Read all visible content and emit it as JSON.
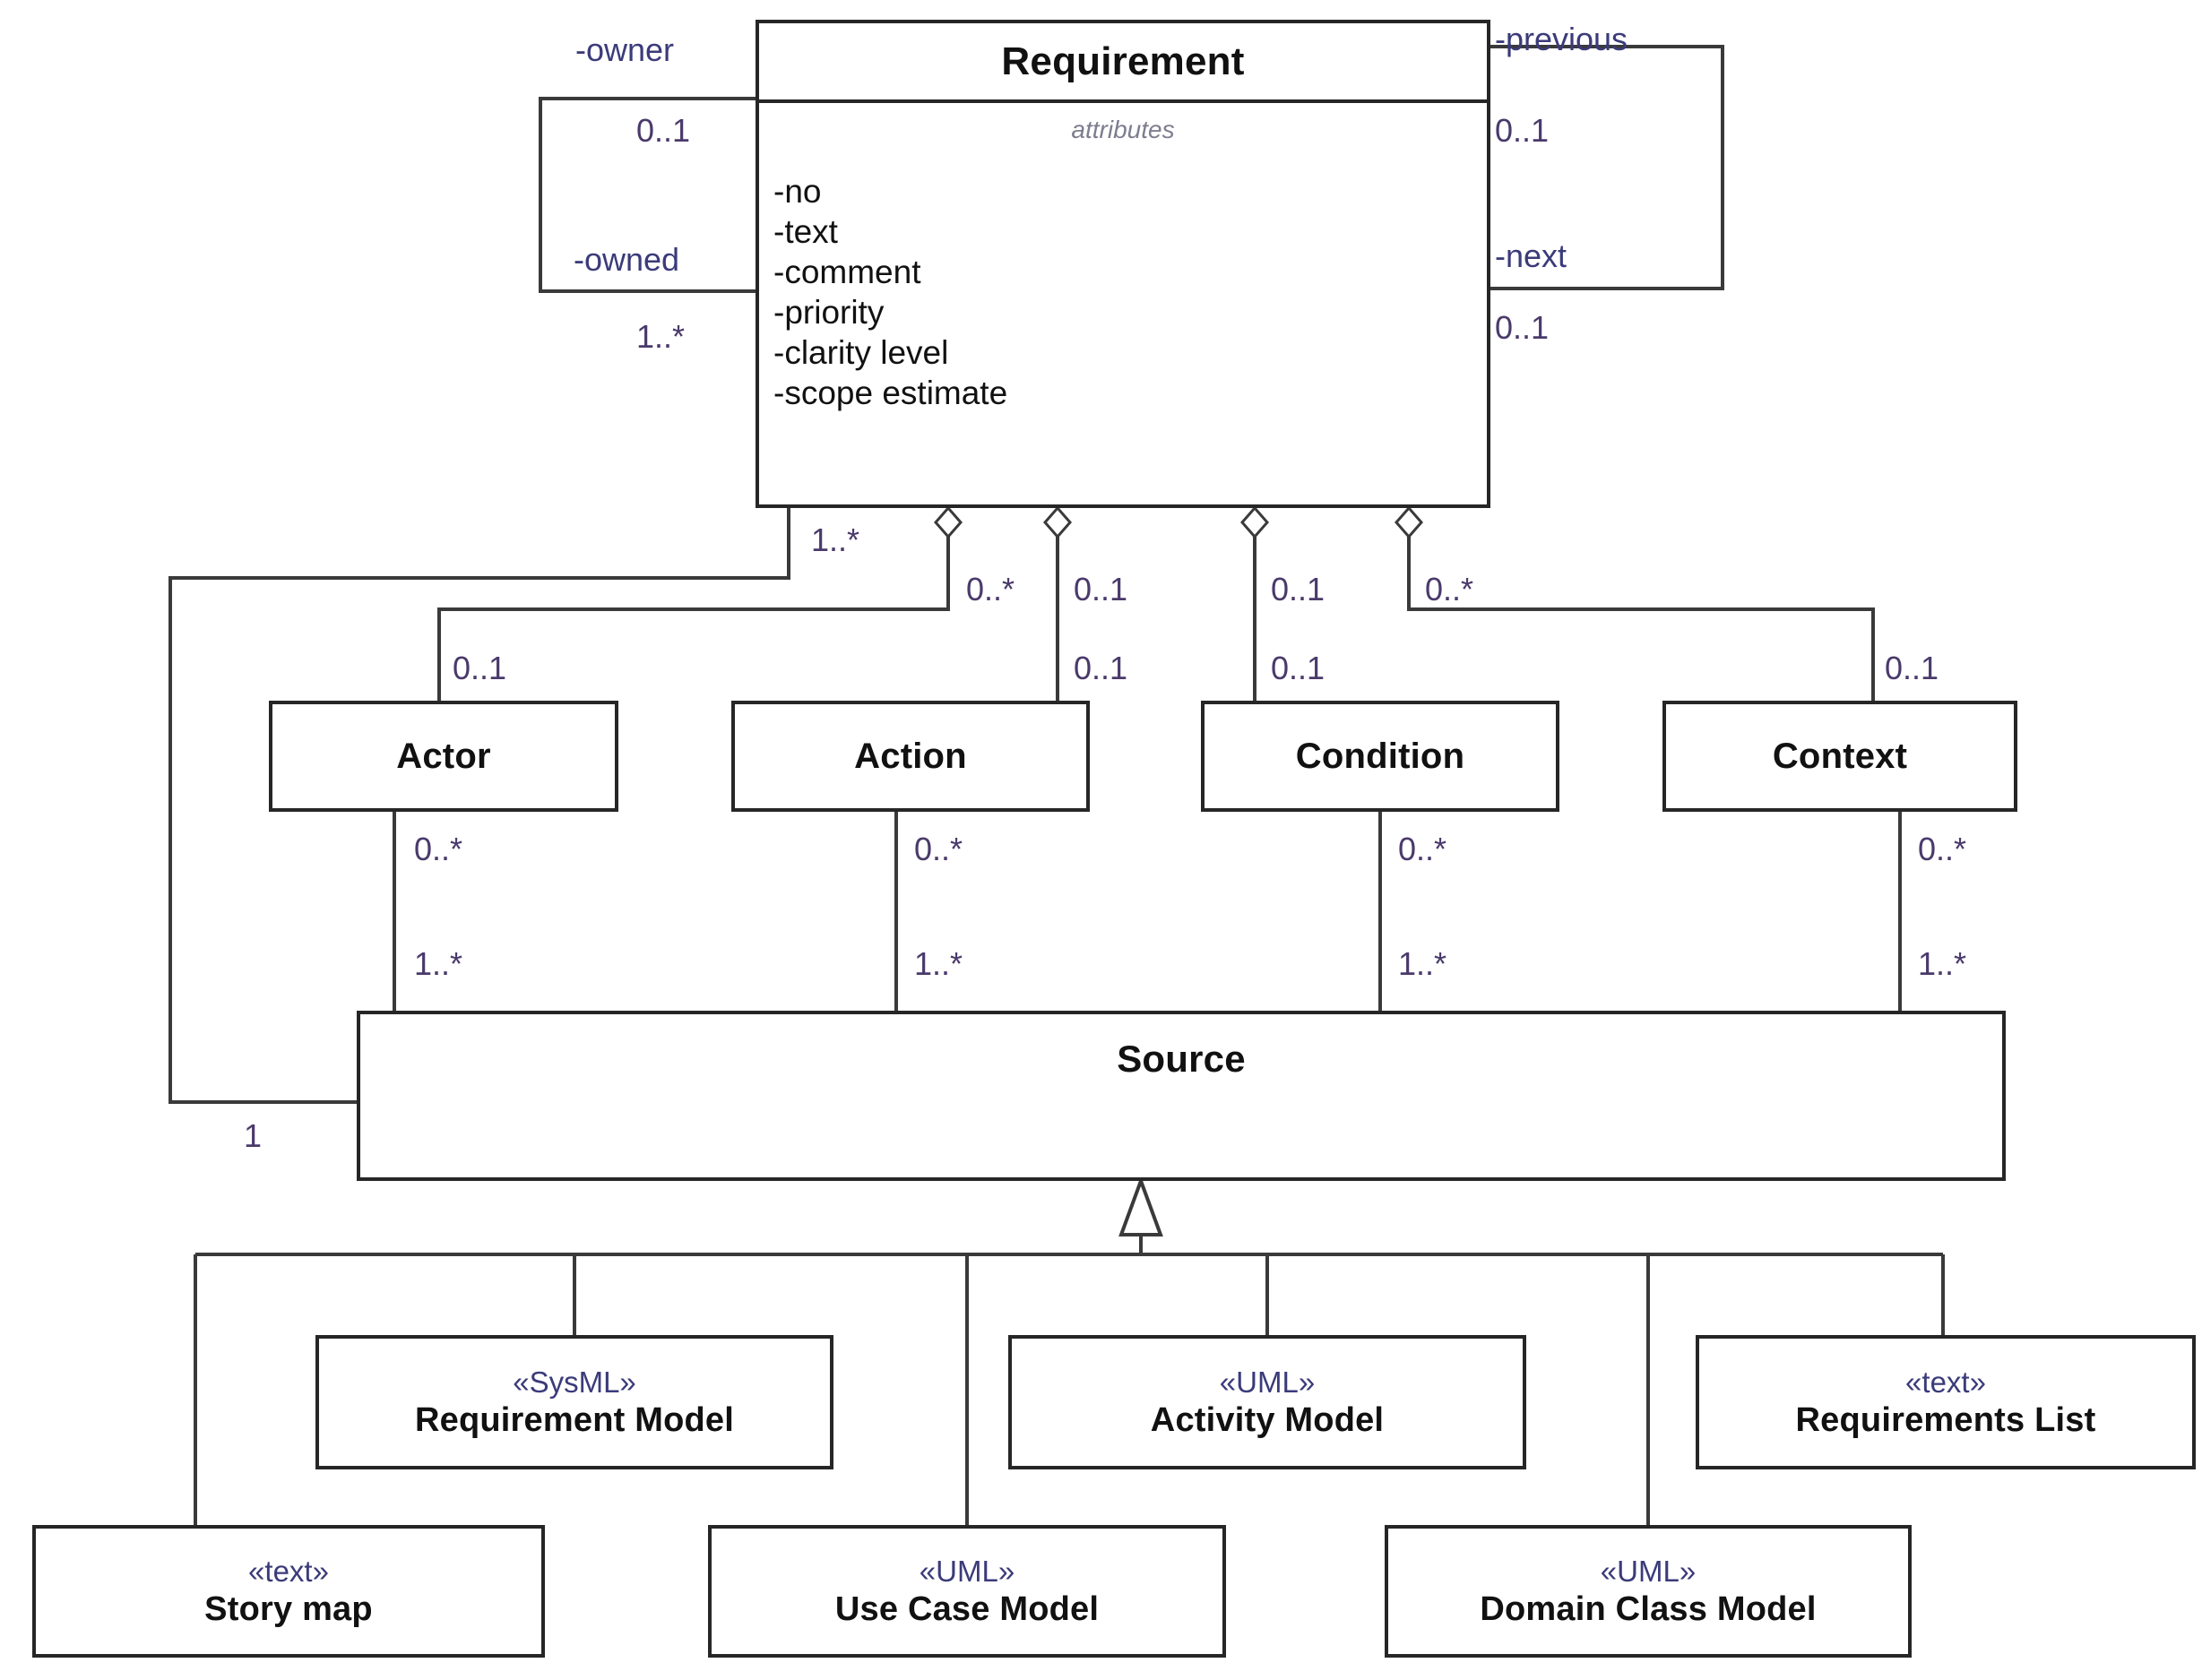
{
  "diagram": {
    "type": "uml-class-diagram",
    "title": "Requirement meta-model",
    "colors": {
      "box_border": "#262626",
      "box_fill": "#ffffff",
      "text": "#111111",
      "label_text": "#3b3b7a",
      "stereotype_text": "#3b3b7a",
      "attributes_caption": "#7d7d8f",
      "line": "#3a3a3a"
    }
  },
  "classes": {
    "requirement": {
      "name": "Requirement",
      "attributes_caption": "attributes",
      "attributes": [
        "-no",
        "-text",
        "-comment",
        "-priority",
        "-clarity level",
        "-scope estimate"
      ]
    },
    "actor": {
      "name": "Actor"
    },
    "action": {
      "name": "Action"
    },
    "condition": {
      "name": "Condition"
    },
    "context": {
      "name": "Context"
    },
    "source": {
      "name": "Source"
    },
    "requirement_model": {
      "stereotype": "«SysML»",
      "name": "Requirement Model"
    },
    "activity_model": {
      "stereotype": "«UML»",
      "name": "Activity Model"
    },
    "requirements_list": {
      "stereotype": "«text»",
      "name": "Requirements List"
    },
    "story_map": {
      "stereotype": "«text»",
      "name": "Story map"
    },
    "use_case_model": {
      "stereotype": "«UML»",
      "name": "Use Case Model"
    },
    "domain_class_model": {
      "stereotype": "«UML»",
      "name": "Domain Class Model"
    }
  },
  "labels": {
    "owner_role": "-owner",
    "owner_mult": "0..1",
    "owned_role": "-owned",
    "owned_mult": "1..*",
    "previous_role": "-previous",
    "previous_mult": "0..1",
    "next_role": "-next",
    "next_mult": "0..1",
    "req_source_mult": "1..*",
    "actor_agg_mult": "0..*",
    "action_agg_mult": "0..1",
    "condition_agg_mult": "0..1",
    "context_agg_mult": "0..*",
    "actor_end_mult": "0..1",
    "action_end_mult": "0..1",
    "condition_end_mult": "0..1",
    "context_end_mult": "0..1",
    "actor_src_top": "0..*",
    "actor_src_bottom": "1..*",
    "action_src_top": "0..*",
    "action_src_bottom": "1..*",
    "condition_src_top": "0..*",
    "condition_src_bottom": "1..*",
    "context_src_top": "0..*",
    "context_src_bottom": "1..*",
    "source_req_mult": "1"
  },
  "relationships": [
    {
      "from": "Requirement",
      "to": "Requirement",
      "kind": "association",
      "roles": [
        "-owner",
        "-owned"
      ],
      "multiplicities": [
        "0..1",
        "1..*"
      ]
    },
    {
      "from": "Requirement",
      "to": "Requirement",
      "kind": "association",
      "roles": [
        "-previous",
        "-next"
      ],
      "multiplicities": [
        "0..1",
        "0..1"
      ]
    },
    {
      "from": "Requirement",
      "to": "Actor",
      "kind": "aggregation",
      "multiplicities": [
        "0..*",
        "0..1"
      ]
    },
    {
      "from": "Requirement",
      "to": "Action",
      "kind": "aggregation",
      "multiplicities": [
        "0..1",
        "0..1"
      ]
    },
    {
      "from": "Requirement",
      "to": "Condition",
      "kind": "aggregation",
      "multiplicities": [
        "0..1",
        "0..1"
      ]
    },
    {
      "from": "Requirement",
      "to": "Context",
      "kind": "aggregation",
      "multiplicities": [
        "0..*",
        "0..1"
      ]
    },
    {
      "from": "Requirement",
      "to": "Source",
      "kind": "association",
      "multiplicities": [
        "1..*",
        "1"
      ]
    },
    {
      "from": "Actor",
      "to": "Source",
      "kind": "association",
      "multiplicities": [
        "0..*",
        "1..*"
      ]
    },
    {
      "from": "Action",
      "to": "Source",
      "kind": "association",
      "multiplicities": [
        "0..*",
        "1..*"
      ]
    },
    {
      "from": "Condition",
      "to": "Source",
      "kind": "association",
      "multiplicities": [
        "0..*",
        "1..*"
      ]
    },
    {
      "from": "Context",
      "to": "Source",
      "kind": "association",
      "multiplicities": [
        "0..*",
        "1..*"
      ]
    },
    {
      "from": "Requirement Model",
      "to": "Source",
      "kind": "generalization"
    },
    {
      "from": "Activity Model",
      "to": "Source",
      "kind": "generalization"
    },
    {
      "from": "Requirements List",
      "to": "Source",
      "kind": "generalization"
    },
    {
      "from": "Story map",
      "to": "Source",
      "kind": "generalization"
    },
    {
      "from": "Use Case Model",
      "to": "Source",
      "kind": "generalization"
    },
    {
      "from": "Domain Class Model",
      "to": "Source",
      "kind": "generalization"
    }
  ]
}
